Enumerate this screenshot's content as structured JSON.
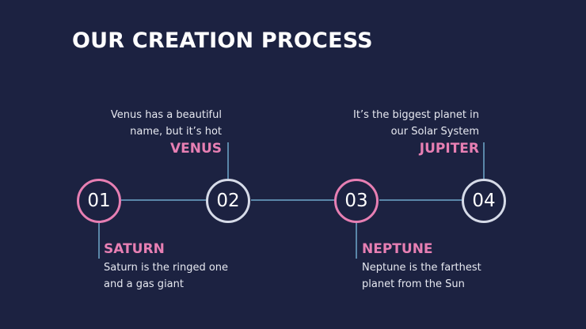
{
  "title": "OUR CREATION PROCESS",
  "colors": {
    "background": "#1c2241",
    "accent_pink": "#e77fb3",
    "line_blue": "#5a87a9",
    "circle_light": "#d6dbe8"
  },
  "steps": [
    {
      "number": "01",
      "name": "SATURN",
      "description_lines": [
        "Saturn is the ringed one",
        "and a gas giant"
      ]
    },
    {
      "number": "02",
      "name": "VENUS",
      "description_lines": [
        "Venus has a beautiful",
        "name, but it’s hot"
      ]
    },
    {
      "number": "03",
      "name": "NEPTUNE",
      "description_lines": [
        "Neptune is the farthest",
        "planet from the Sun"
      ]
    },
    {
      "number": "04",
      "name": "JUPITER",
      "description_lines": [
        "It’s the biggest planet in",
        "our Solar System"
      ]
    }
  ]
}
